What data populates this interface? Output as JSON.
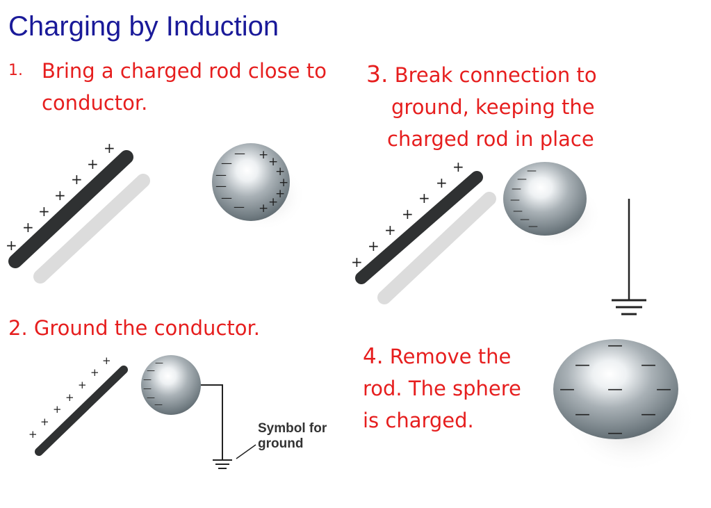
{
  "title": "Charging by Induction",
  "step1": {
    "number": "1.",
    "text": "Bring a charged rod close to conductor."
  },
  "step2": {
    "text": "2. Ground the conductor."
  },
  "step3": {
    "number": "3.",
    "line1": " Break connection to",
    "line2": "ground, keeping the",
    "line3": "charged rod in place"
  },
  "step4": {
    "number": "4.",
    "text": " Remove the rod. The sphere is charged."
  },
  "ground_label": {
    "line1": "Symbol for",
    "line2": "ground"
  },
  "charge_symbols": {
    "positive": "+",
    "negative": "—"
  },
  "colors": {
    "title": "#1a1a99",
    "steps": "#e61e1e",
    "rod": "#3a3c3d",
    "sphere": "#9aa3a8"
  }
}
